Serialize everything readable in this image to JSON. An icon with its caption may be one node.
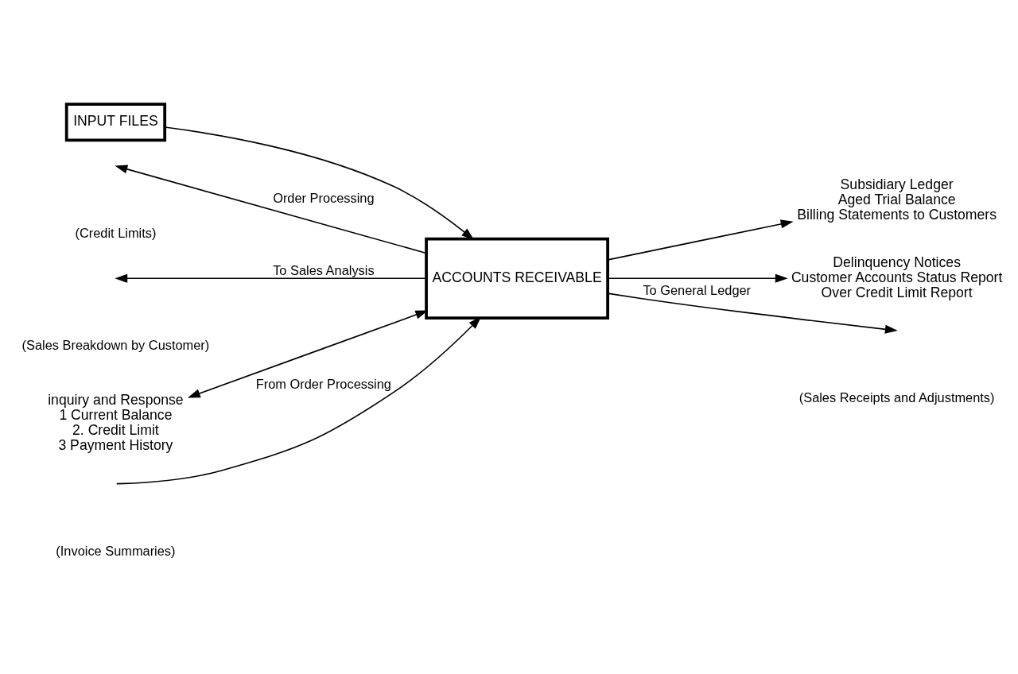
{
  "diagram": {
    "nodes": [
      {
        "text": [
          "INPUT FILES"
        ]
      },
      {
        "text": [
          "ACCOUNTS RECEIVABLE"
        ]
      },
      {
        "text": [
          "Subsidiary Ledger",
          "Aged Trial Balance",
          "Billing Statements to Customers"
        ]
      },
      {
        "text": [
          "Delinquency Notices",
          "Customer Accounts Status Report",
          "Over Credit Limit Report"
        ]
      },
      {
        "text": [
          "inquiry and Response",
          "1 Current Balance",
          "2. Credit Limit",
          "3 Payment History"
        ]
      }
    ],
    "edges": [
      {
        "from": 0,
        "to": 1,
        "arrow": "to"
      },
      {
        "from": null,
        "to": 1,
        "arrow": "to",
        "label": "From Order Processing"
      },
      {
        "from": 1,
        "to": null,
        "arrow": "to",
        "label": "Order Processing"
      },
      {
        "from": 1,
        "to": null,
        "arrow": "to",
        "label": "To Sales Analysis"
      },
      {
        "from": 1,
        "to": 2,
        "arrow": "to"
      },
      {
        "from": 1,
        "to": 3,
        "arrow": "to"
      },
      {
        "from": 1,
        "to": null,
        "arrow": "to",
        "label": "To General Ledger"
      },
      {
        "from": 1,
        "to": 4,
        "arrow": "both"
      }
    ],
    "labels": [
      "(Credit Limits)",
      "(Sales Breakdown by Customer)",
      "(Invoice Summaries)",
      "(Sales Receipts and Adjustments)"
    ]
  }
}
